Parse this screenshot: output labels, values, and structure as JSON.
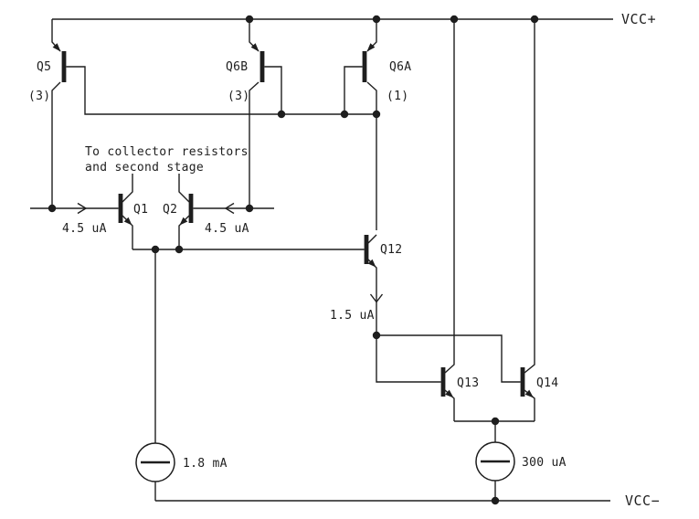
{
  "diagram": {
    "type": "circuit-schematic",
    "rails": {
      "positive": "VCC+",
      "negative": "VCC−"
    },
    "note": {
      "line1": "To collector resistors",
      "line2": "and second stage"
    },
    "transistors": {
      "q5": {
        "label": "Q5",
        "annotation": "(3)",
        "kind": "PNP"
      },
      "q6b": {
        "label": "Q6B",
        "annotation": "(3)",
        "kind": "PNP"
      },
      "q6a": {
        "label": "Q6A",
        "annotation": "(1)",
        "kind": "PNP"
      },
      "q1": {
        "label": "Q1",
        "kind": "NPN"
      },
      "q2": {
        "label": "Q2",
        "kind": "NPN"
      },
      "q12": {
        "label": "Q12",
        "kind": "NPN"
      },
      "q13": {
        "label": "Q13",
        "kind": "NPN"
      },
      "q14": {
        "label": "Q14",
        "kind": "NPN"
      }
    },
    "current_labels": {
      "q1_base": "4.5 uA",
      "q2_base": "4.5 uA",
      "q12_emitter": "1.5 uA"
    },
    "current_sources": {
      "tail": "1.8 mA",
      "mirror_bias": "300 uA"
    },
    "colors": {
      "line": "#1e1e1e",
      "background": "#ffffff"
    }
  }
}
